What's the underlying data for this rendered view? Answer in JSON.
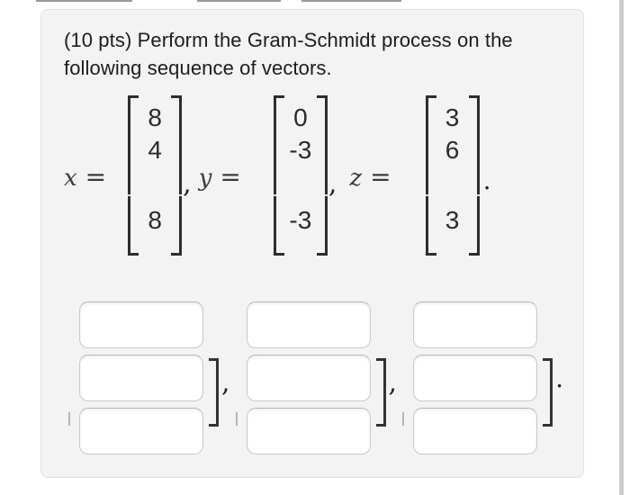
{
  "question": {
    "text": "(10 pts) Perform the Gram-Schmidt process on the following sequence of vectors."
  },
  "math": {
    "equals": "=",
    "vectors": [
      {
        "var": "x",
        "values": [
          "8",
          "4",
          "8"
        ],
        "trailing": ","
      },
      {
        "var": "y",
        "values": [
          "0",
          "-3",
          "-3"
        ],
        "trailing": ","
      },
      {
        "var": "z",
        "values": [
          "3",
          "6",
          "3"
        ],
        "trailing": "."
      }
    ]
  },
  "answers": {
    "rows_per_column": 3,
    "columns": [
      {
        "trailing": ","
      },
      {
        "trailing": ","
      },
      {
        "trailing": "."
      }
    ],
    "input_value": "",
    "input_placeholder": ""
  },
  "colors": {
    "page_bg": "#ffffff",
    "card_bg": "#f3f3f4",
    "card_border": "#e1e1e2",
    "input_border": "#c9c9c9",
    "bracket": "#2d2d2d",
    "text": "#1d1d1d",
    "scrollbar": "#cccccc"
  }
}
